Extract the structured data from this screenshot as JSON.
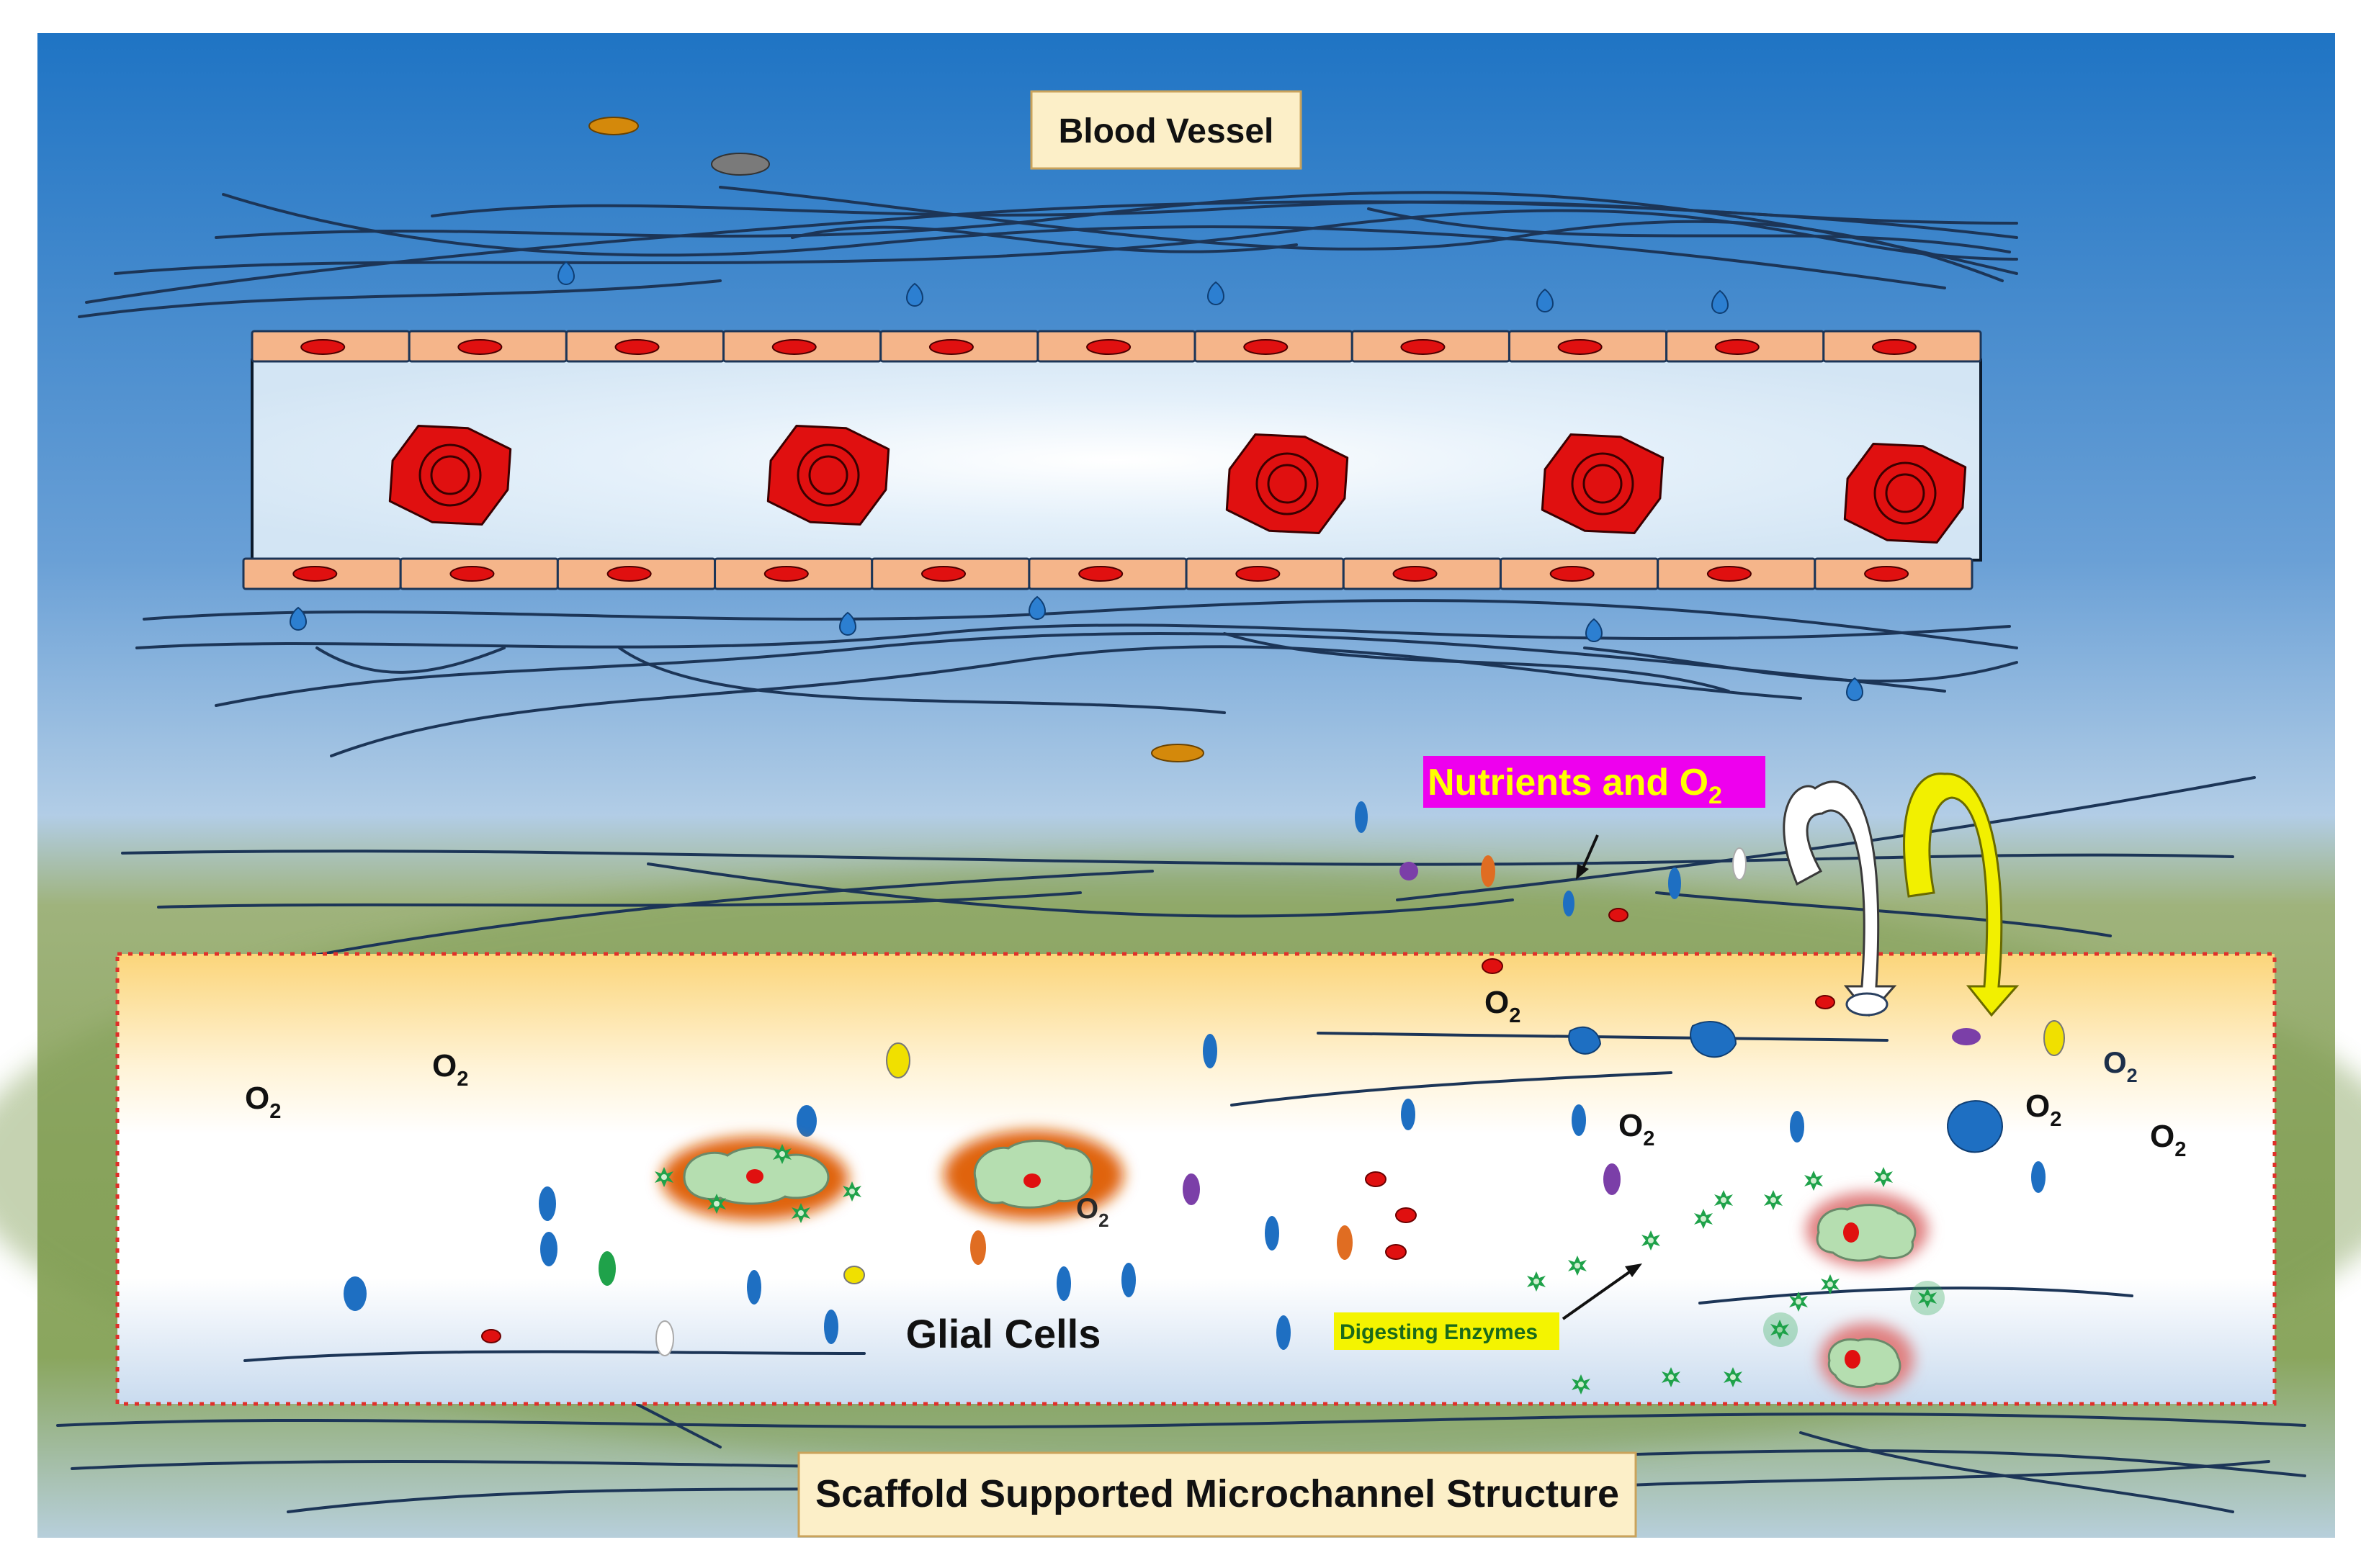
{
  "labels": {
    "blood_vessel": "Blood Vessel",
    "nutrients": "Nutrients and O",
    "nutrients_sub": "2",
    "glial_cells": "Glial Cells",
    "digesting_enzymes": "Digesting Enzymes",
    "scaffold": "Scaffold Supported Microchannel Structure",
    "o2_main": "O",
    "o2_sub": "2"
  },
  "colors": {
    "sky_top": "#1f74c4",
    "sky_mid": "#a8c8e8",
    "scaffold_green": "#8aa35a",
    "channel_yellow": "#fbd980",
    "channel_border": "#e0302a",
    "endothelial": "#f5b58a",
    "red_cell": "#e01010",
    "lumen": "#dcebf7",
    "fiber": "#1c3557",
    "nutrients_bg": "#ee00ee",
    "nutrients_text": "#ffff00",
    "enzyme_label_bg": "#f4f400",
    "glial_fill": "#b5deb0",
    "enzyme_star": "#1fa24a",
    "droplet_blue": "#1e6fc2",
    "arrow_white": "#ffffff",
    "arrow_yellow": "#f2f000"
  }
}
